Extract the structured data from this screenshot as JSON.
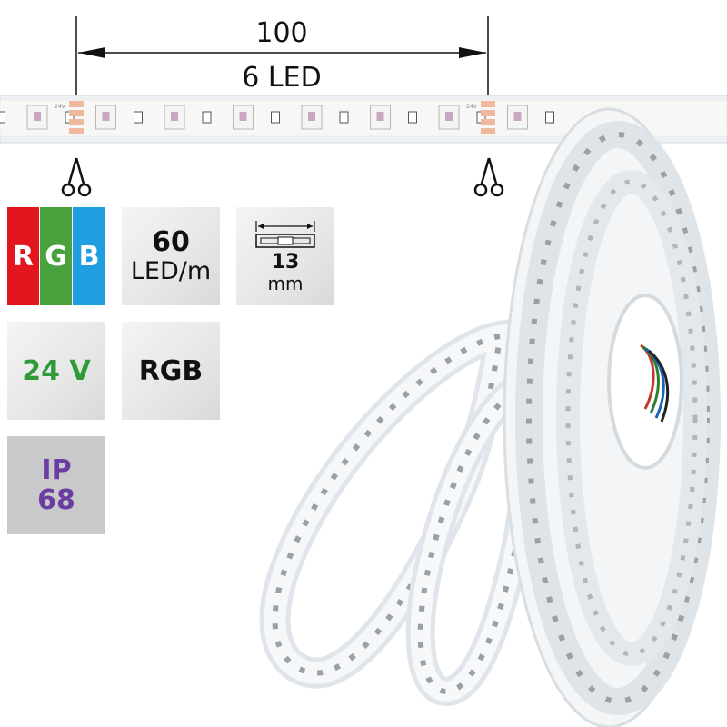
{
  "dimension": {
    "length_value": "100",
    "led_count_label": "6 LED"
  },
  "badges": {
    "rgb_letters": [
      "R",
      "G",
      "B"
    ],
    "rgb_colors": [
      "#e3161e",
      "#4aa23e",
      "#1f9ee0"
    ],
    "led_density_value": "60",
    "led_density_unit": "LED/m",
    "width_value": "13",
    "width_unit": "mm",
    "voltage": "24 V",
    "voltage_color": "#2f9a3a",
    "color_mode": "RGB",
    "ip_label": "IP",
    "ip_value": "68",
    "ip_color": "#6a3ea1"
  },
  "strip": {
    "pcb_marking": "24V"
  },
  "icons": [
    "scissors-icon",
    "scissors-icon",
    "width-diagram-icon"
  ]
}
